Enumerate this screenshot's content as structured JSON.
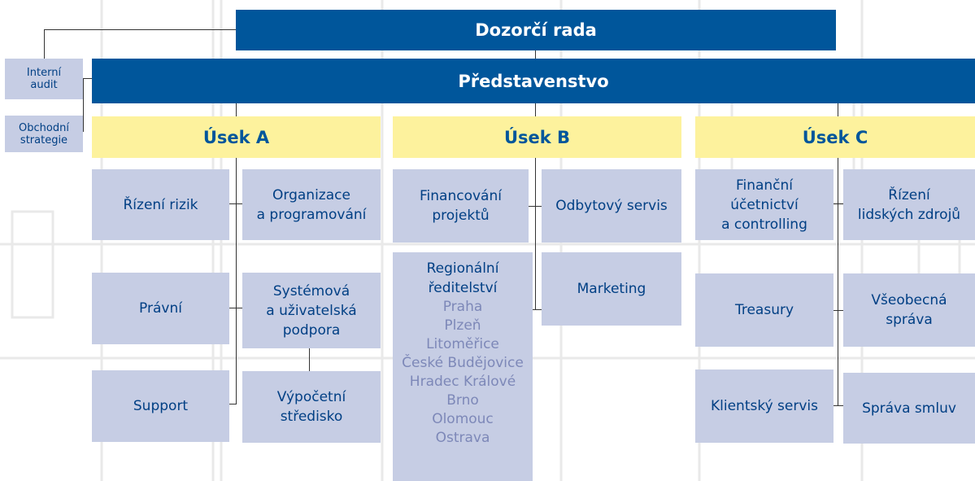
{
  "board": {
    "supervisory": "Dozorčí rada",
    "management": "Představenstvo"
  },
  "side_units": {
    "audit": "Interní\naudit",
    "strategy": "Obchodní\nstrategie"
  },
  "sections": {
    "a": {
      "title": "Úsek A",
      "units": [
        "Řízení rizik",
        "Organizace\na programování",
        "Právní",
        "Systémová\na uživatelská\npodpora",
        "Support",
        "Výpočetní\nstředisko"
      ]
    },
    "b": {
      "title": "Úsek B",
      "units": [
        "Financování\nprojektů",
        "Odbytový servis",
        "Regionální\nředitelství",
        "Marketing"
      ],
      "cities": [
        "Praha",
        "Plzeň",
        "Litoměřice",
        "České Budějovice",
        "Hradec Králové",
        "Brno",
        "Olomouc",
        "Ostrava"
      ]
    },
    "c": {
      "title": "Úsek C",
      "units": [
        "Finanční\núčetnictví\na controlling",
        "Řízení\nlidských zdrojů",
        "Treasury",
        "Všeobecná\nspráva",
        "Klientský servis",
        "Správa smluv"
      ]
    }
  },
  "colors": {
    "board_fill": "#00569b",
    "section_fill": "#fdf29d",
    "unit_fill": "#c6cde4",
    "unit_text": "#003f84",
    "city_text": "#7d88b8"
  }
}
